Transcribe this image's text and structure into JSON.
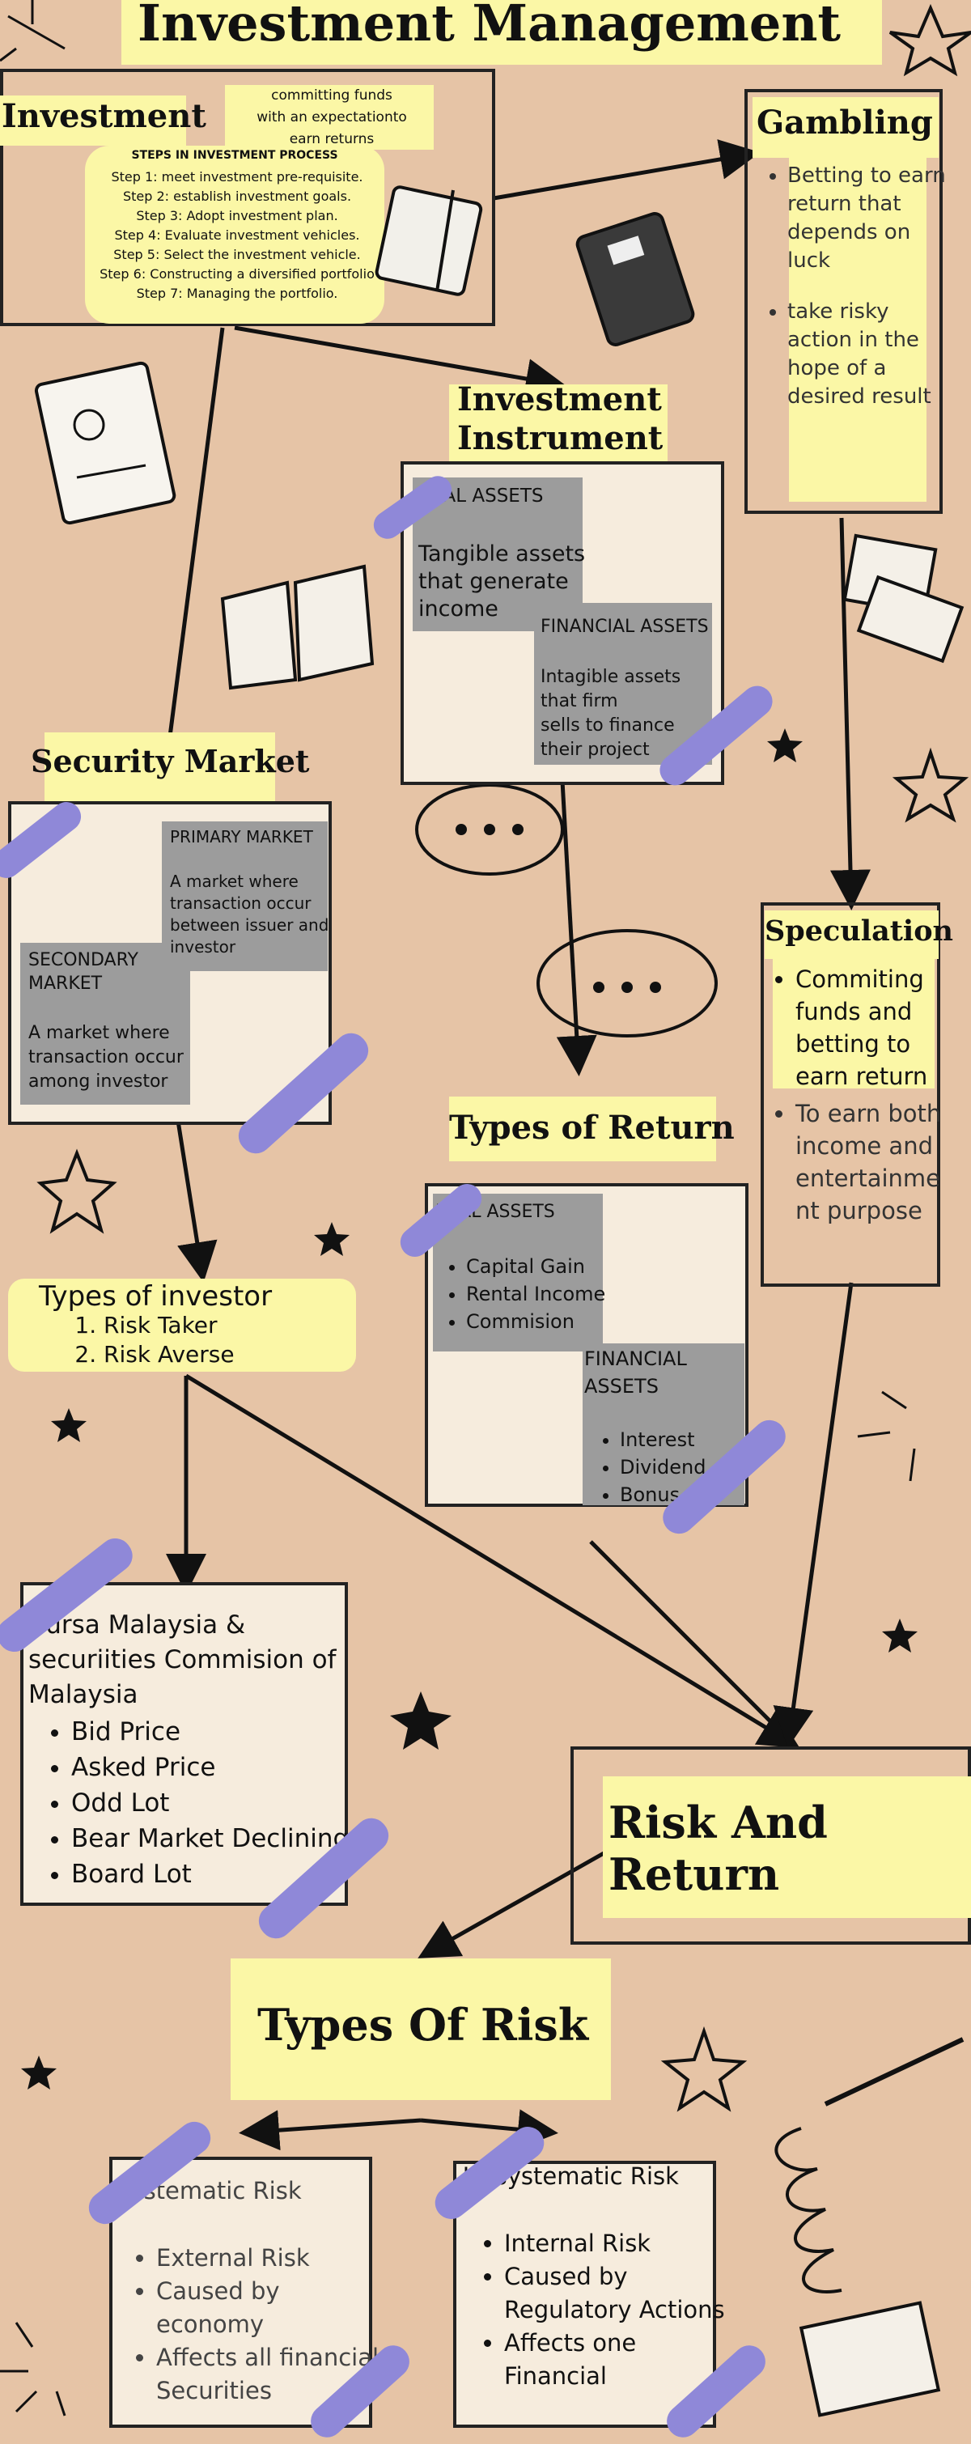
{
  "title": "Investment Management",
  "investment": {
    "heading": "Investment",
    "definition": "committing funds\nwith an expectationto\nearn returns",
    "steps_title": "STEPS IN INVESTMENT PROCESS",
    "steps": [
      "Step 1: meet investment pre-requisite.",
      "Step 2: establish investment goals.",
      "Step 3: Adopt investment plan.",
      "Step 4: Evaluate investment vehicles.",
      "Step 5: Select the investment vehicle.",
      "Step 6: Constructing a diversified portfolio",
      "Step 7: Managing the portfolio."
    ]
  },
  "gambling": {
    "heading": "Gambling",
    "points": [
      "Betting to earn return that depends on luck",
      "take risky action in the hope of a desired result"
    ]
  },
  "instrument": {
    "heading": "Investment\nInstrument",
    "real_title": "REAL ASSETS",
    "real_desc": "Tangible assets\n that generate\n income",
    "fin_title": "FINANCIAL ASSETS",
    "fin_desc": "Intagible assets\nthat firm\nsells to finance\n their project"
  },
  "security": {
    "heading": "Security Market",
    "primary_title": "PRIMARY MARKET",
    "primary_desc": "A market where\ntransaction occur\nbetween issuer and\ninvestor",
    "secondary_title": "SECONDARY\n MARKET",
    "secondary_desc": "A market where\ntransaction occur\namong investor"
  },
  "speculation": {
    "heading": "Speculation",
    "points": [
      "Commiting funds and betting to earn return",
      "To earn both income and entertainme nt purpose"
    ]
  },
  "returns": {
    "heading": "Types of Return",
    "real_title": "REAL ASSETS",
    "real_items": [
      "Capital Gain",
      "Rental Income",
      "Commision"
    ],
    "fin_title": "FINANCIAL\nASSETS",
    "fin_items": [
      "Interest",
      "Dividend",
      "Bonus"
    ]
  },
  "investor": {
    "heading": "Types of investor",
    "types": [
      "Risk Taker",
      "Risk Averse"
    ]
  },
  "bursa": {
    "heading": "Bursa Malaysia &\nsecuriities Commision of\nMalaysia",
    "items": [
      "Bid Price",
      "Asked Price",
      "Odd Lot",
      "Bear Market Declining",
      "Board Lot"
    ]
  },
  "risk_return": {
    "heading": "Risk And Return"
  },
  "risk_types": {
    "heading": "Types Of Risk",
    "systematic_title": "Systematic Risk",
    "systematic_items": [
      "External Risk",
      "Caused by economy",
      "Affects all financial Securities"
    ],
    "unsystematic_title": "Unsystematic Risk",
    "unsystematic_items": [
      "Internal Risk",
      "Caused by Regulatory Actions",
      "Affects one Financial"
    ]
  },
  "colors": {
    "background": "#e6c4a6",
    "highlight": "#fbf7a6",
    "tape": "#8f88d8",
    "gray": "#9c9c9c"
  }
}
